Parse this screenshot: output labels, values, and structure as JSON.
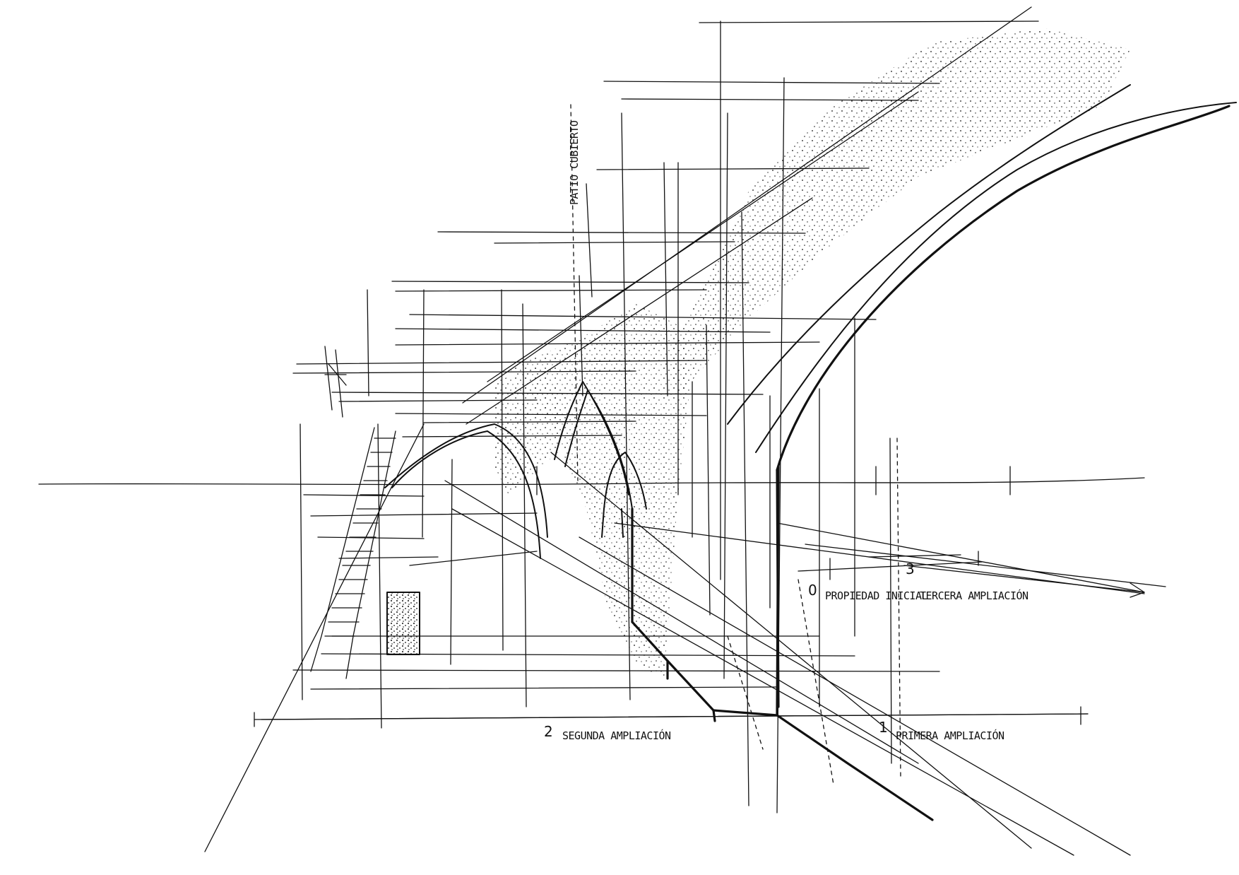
{
  "labels": {
    "patio": "PATIO CUBIERTO",
    "propiedad_num": "0",
    "propiedad": "PROPIEDAD INICIAL",
    "tercera_num": "3",
    "tercera": "TERCERA AMPLIACIÓN",
    "segunda_num": "2",
    "segunda": "SEGUNDA AMPLIACIÓN",
    "primera_num": "1",
    "primera": "PRIMERA AMPLIACIÓN"
  },
  "colors": {
    "ink": "#111111",
    "paper": "#ffffff"
  }
}
